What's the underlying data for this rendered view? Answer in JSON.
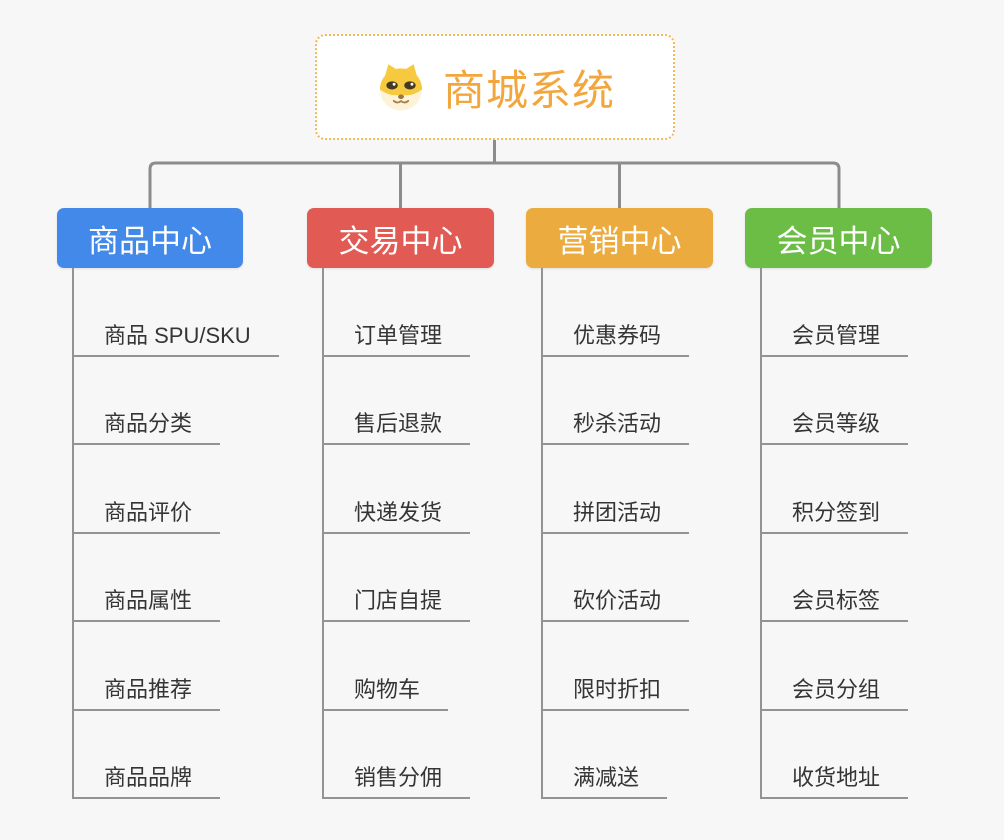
{
  "colors": {
    "bg": "#f7f7f7",
    "line": "#8c8c8c",
    "line-soft": "#939393",
    "node-text": "#353535",
    "root-accent": "#f2a63c",
    "root-border": "#f2b860"
  },
  "root": {
    "title": "商城系统",
    "icon": "dog-face-icon"
  },
  "branches": [
    {
      "id": "product",
      "label": "商品中心",
      "color": "#4389e9",
      "items": [
        "商品 SPU/SKU",
        "商品分类",
        "商品评价",
        "商品属性",
        "商品推荐",
        "商品品牌"
      ]
    },
    {
      "id": "trade",
      "label": "交易中心",
      "color": "#e15a54",
      "items": [
        "订单管理",
        "售后退款",
        "快递发货",
        "门店自提",
        "购物车",
        "销售分佣"
      ]
    },
    {
      "id": "marketing",
      "label": "营销中心",
      "color": "#ecab3e",
      "items": [
        "优惠券码",
        "秒杀活动",
        "拼团活动",
        "砍价活动",
        "限时折扣",
        "满减送"
      ]
    },
    {
      "id": "member",
      "label": "会员中心",
      "color": "#6cbd45",
      "items": [
        "会员管理",
        "会员等级",
        "积分签到",
        "会员标签",
        "会员分组",
        "收货地址"
      ]
    }
  ]
}
